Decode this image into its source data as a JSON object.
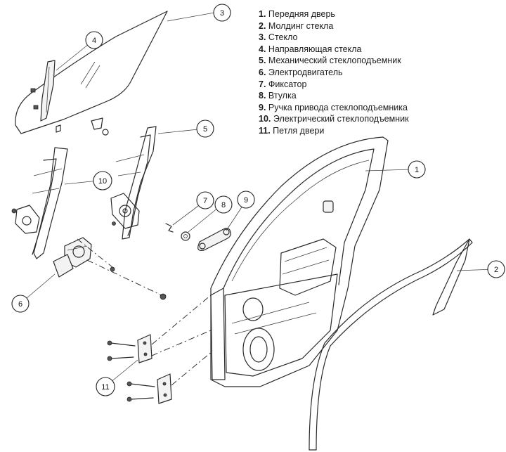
{
  "legend": [
    {
      "num": "1.",
      "label": "Передняя дверь"
    },
    {
      "num": "2.",
      "label": "Молдинг стекла"
    },
    {
      "num": "3.",
      "label": "Стекло"
    },
    {
      "num": "4.",
      "label": "Направляющая стекла"
    },
    {
      "num": "5.",
      "label": "Механический стеклоподъемник"
    },
    {
      "num": "6.",
      "label": "Электродвигатель"
    },
    {
      "num": "7.",
      "label": "Фиксатор"
    },
    {
      "num": "8.",
      "label": "Втулка"
    },
    {
      "num": "9.",
      "label": "Ручка привода стеклоподъемника"
    },
    {
      "num": "10.",
      "label": "Электрический стеклоподъемник"
    },
    {
      "num": "11.",
      "label": "Петля двери"
    }
  ],
  "callouts": [
    "1",
    "2",
    "3",
    "4",
    "5",
    "6",
    "7",
    "8",
    "9",
    "10",
    "11"
  ]
}
